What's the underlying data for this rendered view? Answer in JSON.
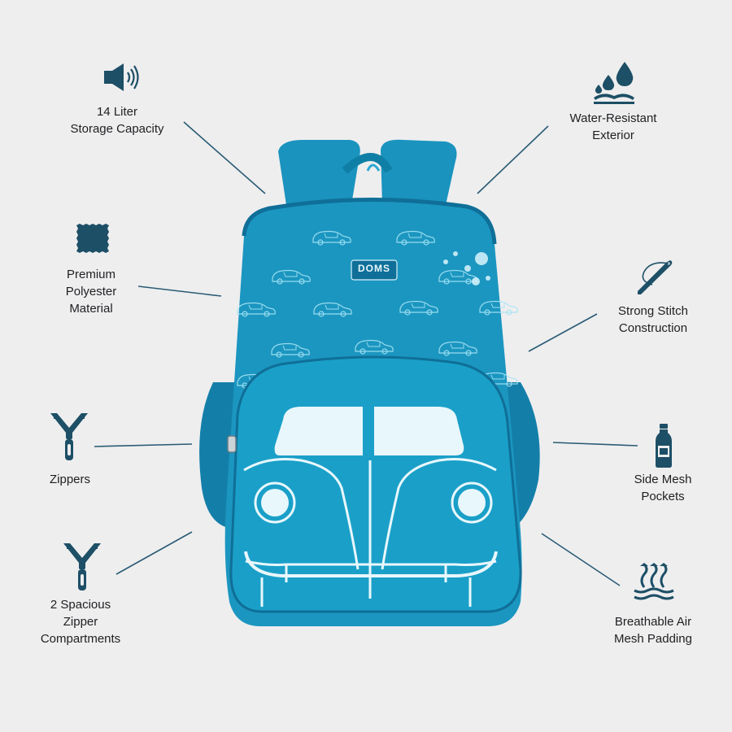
{
  "colors": {
    "background": "#eeeeef",
    "icon": "#1d4f66",
    "leader_line": "#2a5b73",
    "bag": "#1a93be",
    "bag_dark": "#0f6f98",
    "bag_print": "#a6e4f5"
  },
  "bag": {
    "brand_patch": "DOMS"
  },
  "features": [
    {
      "id": "capacity",
      "icon": "speaker-icon",
      "lines": [
        "14 Liter",
        "Storage Capacity"
      ]
    },
    {
      "id": "polyester",
      "icon": "fabric-icon",
      "lines": [
        "Premium",
        "Polyester",
        "Material"
      ]
    },
    {
      "id": "zippers",
      "icon": "zipper-icon",
      "lines": [
        "Zippers"
      ]
    },
    {
      "id": "compartments",
      "icon": "zipper-icon",
      "lines": [
        "2 Spacious",
        "Zipper",
        "Compartments"
      ]
    },
    {
      "id": "water",
      "icon": "water-drops-icon",
      "lines": [
        "Water-Resistant",
        "Exterior"
      ]
    },
    {
      "id": "stitch",
      "icon": "needle-thread-icon",
      "lines": [
        "Strong Stitch",
        "Construction"
      ]
    },
    {
      "id": "mesh-pockets",
      "icon": "bottle-icon",
      "lines": [
        "Side Mesh",
        "Pockets"
      ]
    },
    {
      "id": "air-mesh",
      "icon": "airflow-icon",
      "lines": [
        "Breathable Air",
        "Mesh Padding"
      ]
    }
  ]
}
